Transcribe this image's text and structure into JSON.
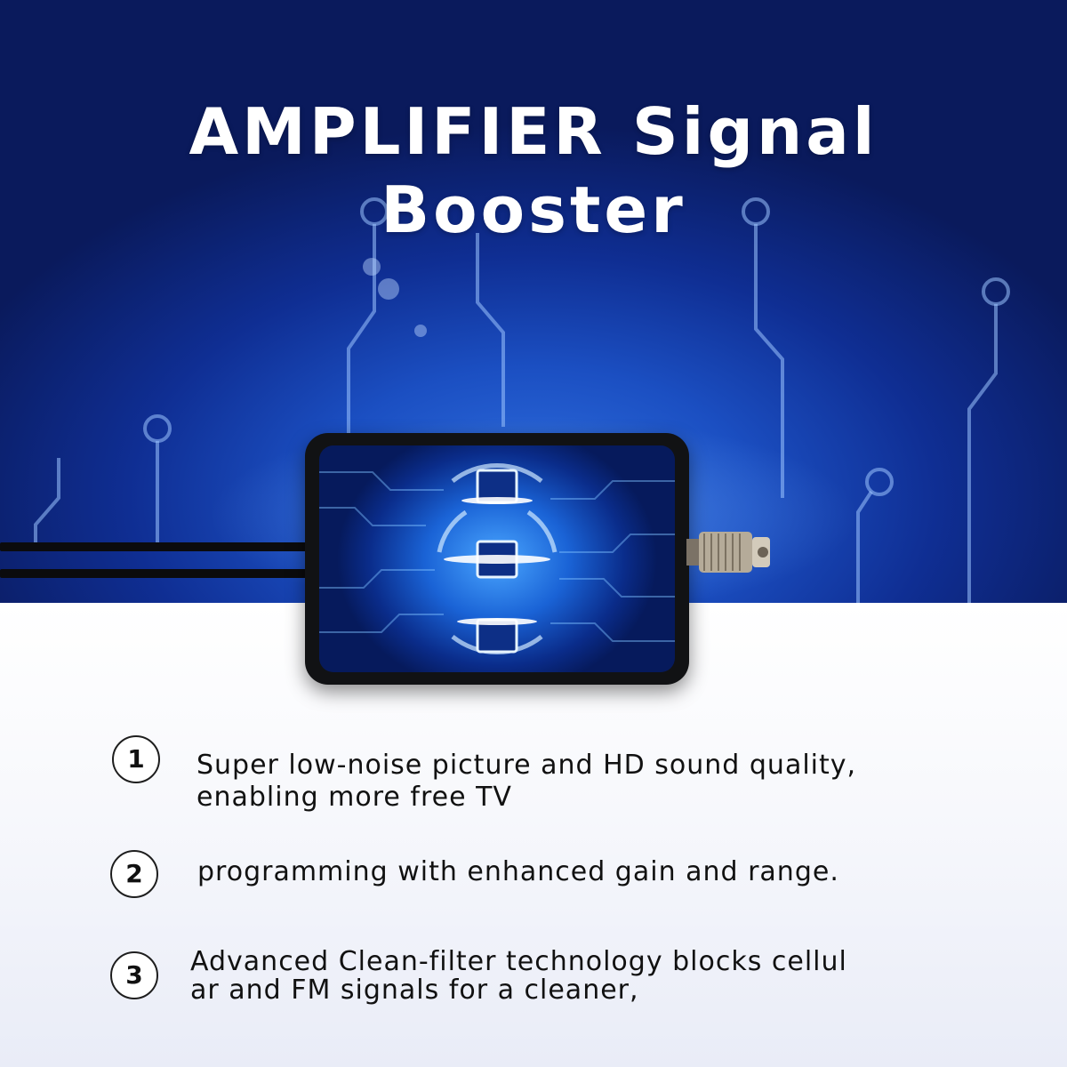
{
  "title": {
    "line1": "AMPLIFIER Signal",
    "line2": "Booster"
  },
  "features": [
    {
      "number": "1",
      "lines": [
        "Super low-noise picture and HD sound quality,",
        "enabling more free TV"
      ]
    },
    {
      "number": "2",
      "lines": [
        "programming with enhanced gain and range."
      ]
    },
    {
      "number": "3",
      "lines": [
        "Advanced Clean-filter technology blocks cellul",
        "ar and FM signals for a cleaner,"
      ]
    }
  ],
  "colors": {
    "hero_dark": "#0a1a5c",
    "hero_bright": "#2f6fe0",
    "device_body": "#111214",
    "text": "#111111"
  },
  "icons": {
    "device": "signal-amplifier-device",
    "connector": "f-type-connector"
  }
}
